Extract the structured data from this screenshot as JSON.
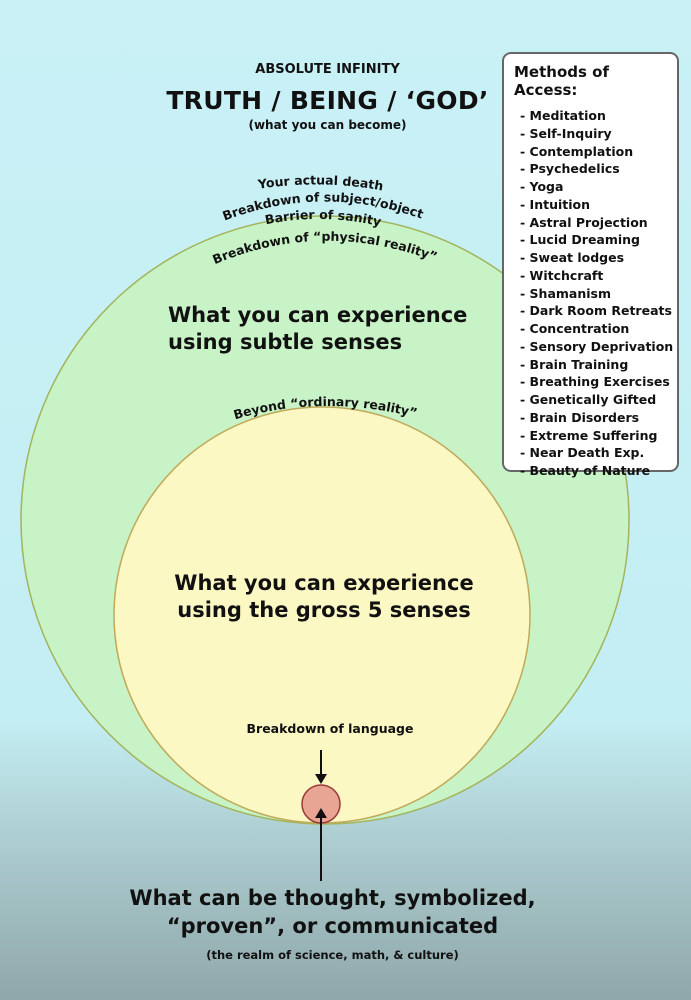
{
  "header": {
    "top_label": "ABSOLUTE INFINITY",
    "title": "TRUTH / BEING / ‘GOD’",
    "subtitle": "(what you can become)"
  },
  "arc_labels": {
    "death": "Your actual death",
    "subject_object": "Breakdown of subject/object",
    "sanity": "Barrier of sanity",
    "physical": "Breakdown of “physical reality”",
    "ordinary": "Beyond “ordinary reality”"
  },
  "regions": {
    "subtle_line1": "What you can experience",
    "subtle_line2": "using subtle senses",
    "gross_line1": "What you can experience",
    "gross_line2": "using the gross 5 senses",
    "language": "Breakdown of language"
  },
  "bottom": {
    "line1": "What can be thought, symbolized,",
    "line2": "“proven”, or communicated",
    "sub": "(the realm of science, math, & culture)"
  },
  "methods": {
    "title": "Methods of Access:",
    "items": [
      "- Meditation",
      "- Self-Inquiry",
      "- Contemplation",
      "- Psychedelics",
      "- Yoga",
      "- Intuition",
      "- Astral Projection",
      "- Lucid Dreaming",
      "- Sweat lodges",
      "- Witchcraft",
      "- Shamanism",
      "- Dark Room Retreats",
      "- Concentration",
      "- Sensory Deprivation",
      "- Brain Training",
      "- Breathing Exercises",
      "- Genetically Gifted",
      "- Brain Disorders",
      "- Extreme Suffering",
      "- Near Death Exp.",
      "- Beauty of Nature"
    ]
  },
  "colors": {
    "outer_circle": "#c8f3c6",
    "inner_circle": "#fbf8c4",
    "small_circle": "#e8a593",
    "arrow": "#111111"
  }
}
